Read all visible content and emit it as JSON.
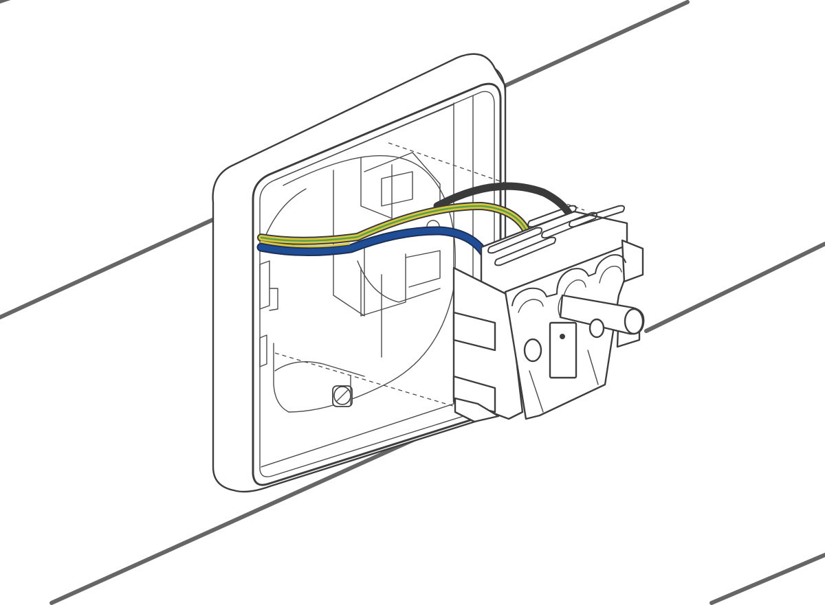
{
  "colors": {
    "background": "#ffffff",
    "outline": "#3d3d3d",
    "rails": "#666666",
    "neutral_wire": "#1f4e96",
    "earth_wire_yellow": "#d8c640",
    "earth_wire_green": "#5aa04a",
    "live_wire": "#3a3a3a"
  },
  "parts": {
    "wall_rails": "wall-line",
    "mounting_box": "surface-mount-box",
    "socket_mechanism": "socket-insert",
    "wires": [
      "neutral-wire",
      "earth-wire",
      "live-wire"
    ],
    "fixing_screw": "screw-icon",
    "pin": "earth-pin"
  }
}
